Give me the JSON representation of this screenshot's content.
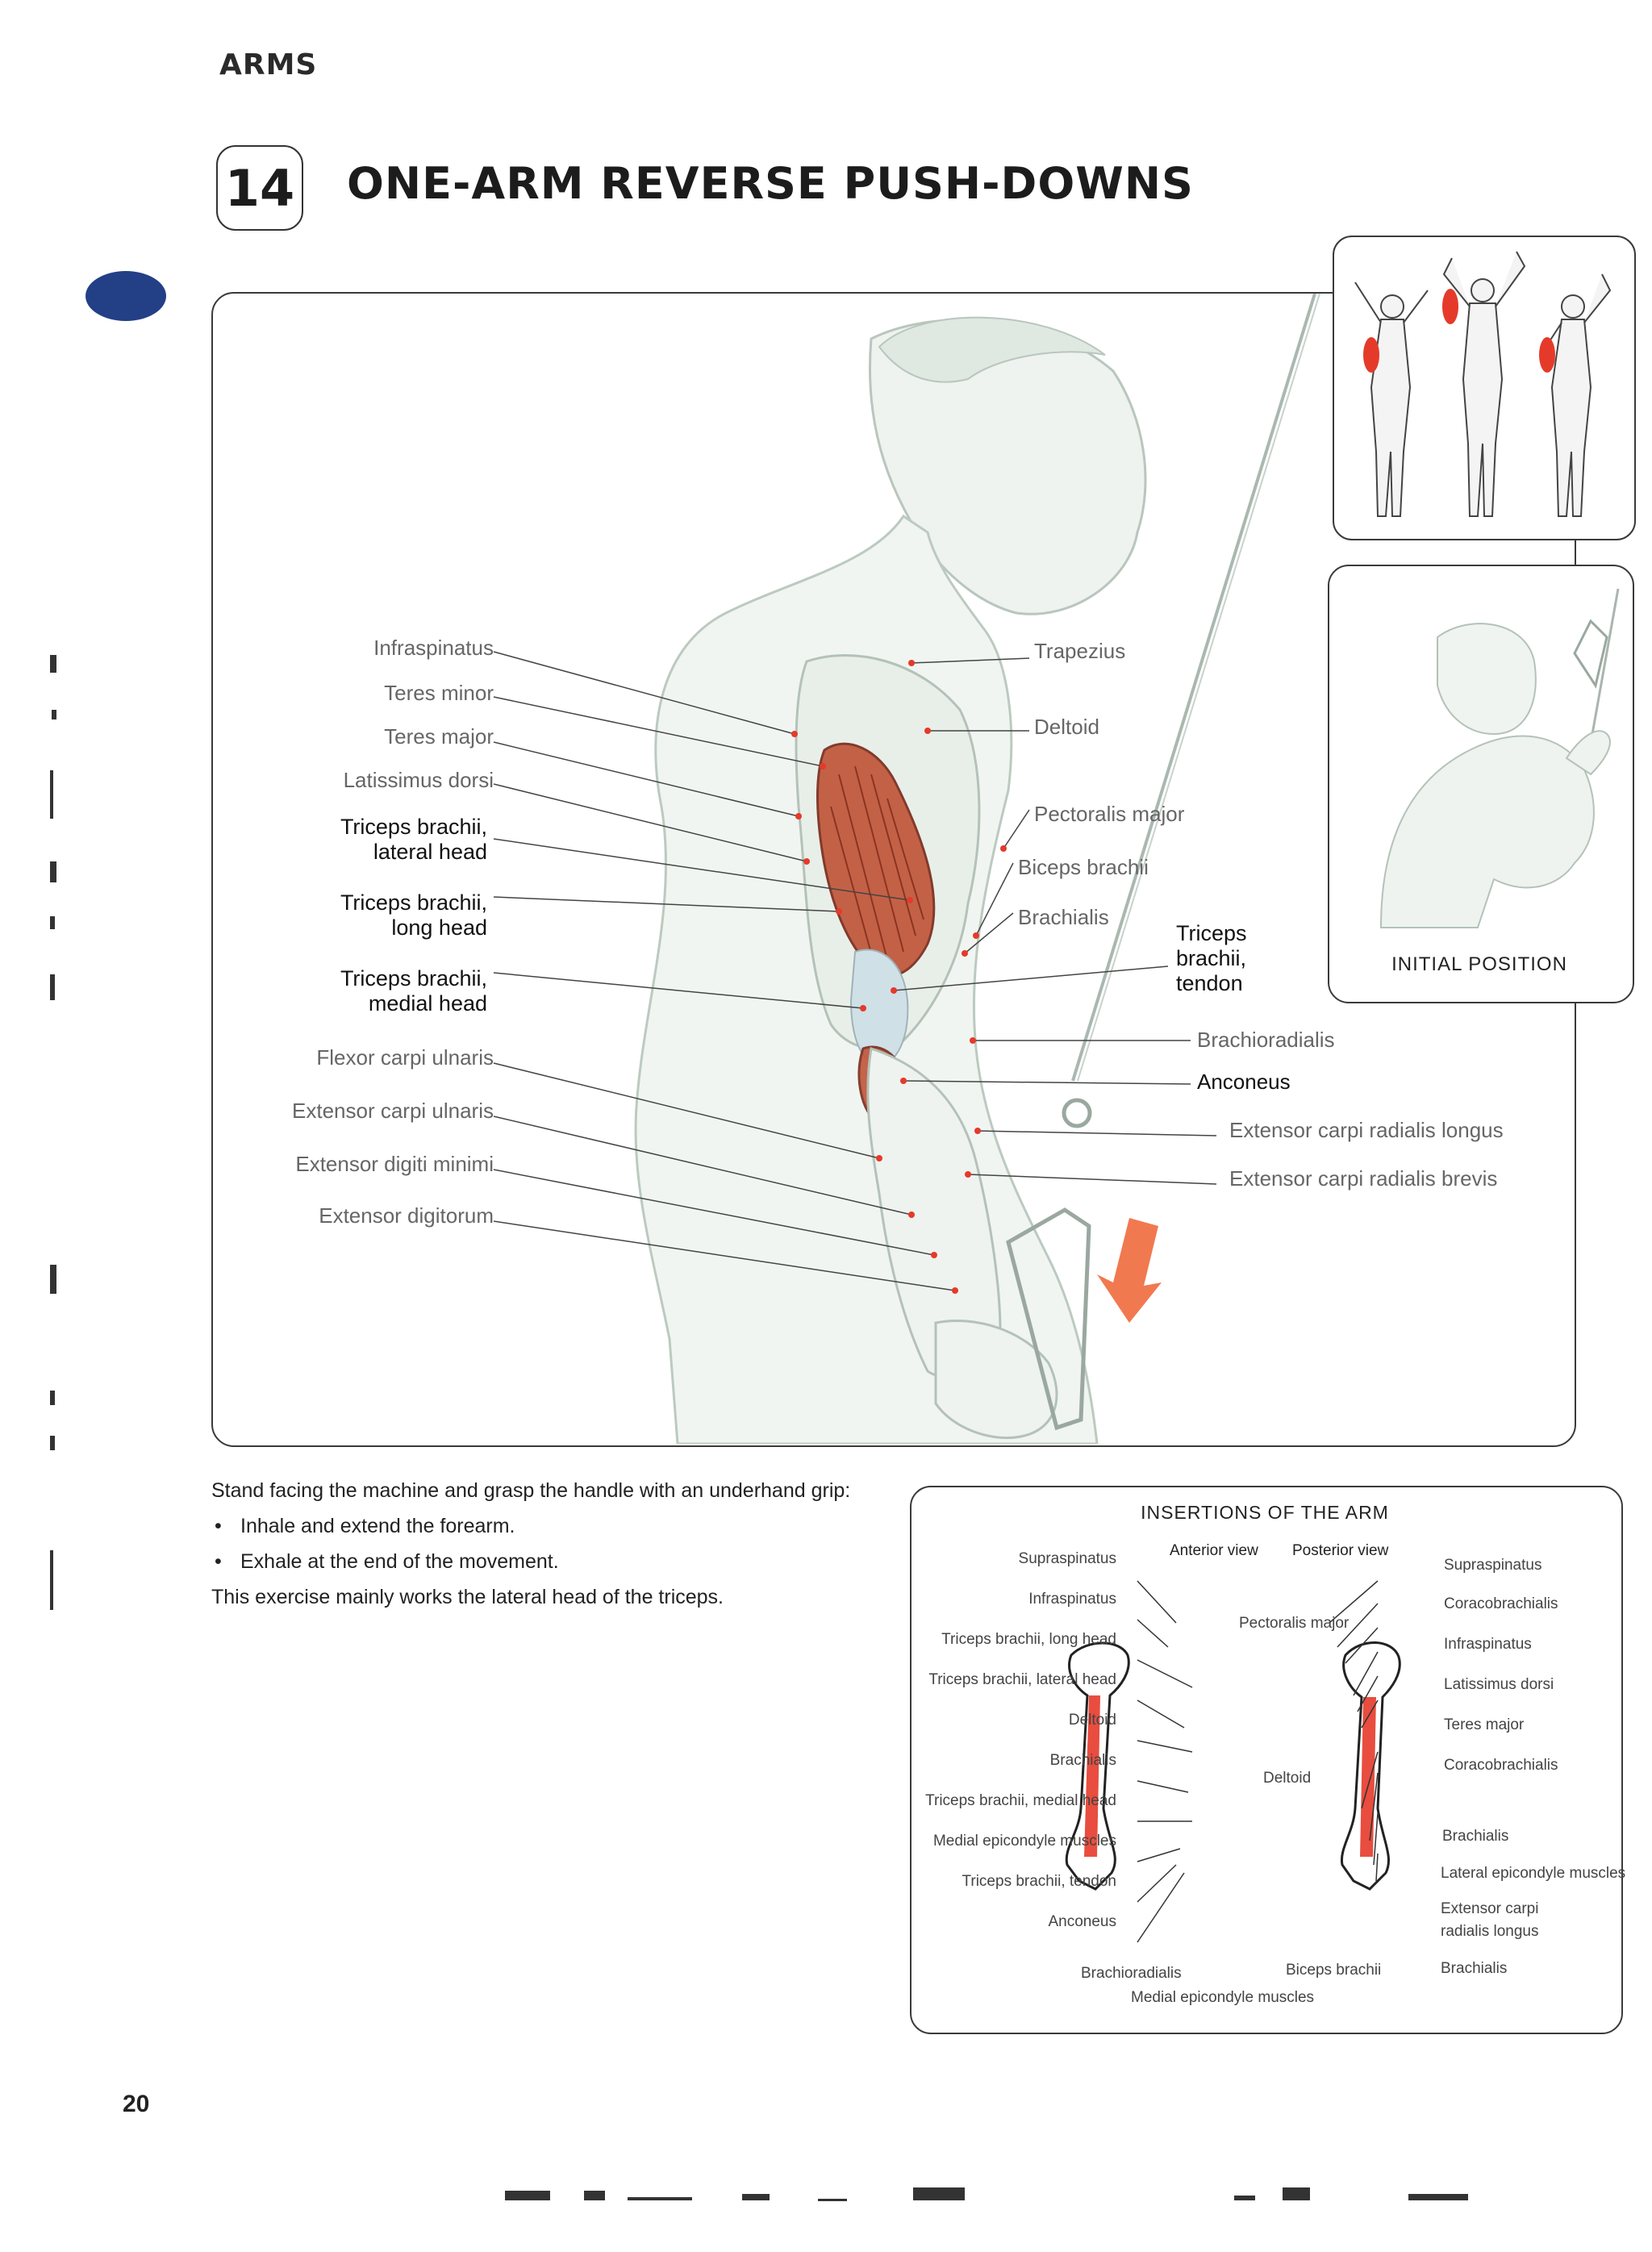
{
  "section": "ARMS",
  "exercise": {
    "number": "14",
    "title": "ONE-ARM REVERSE PUSH-DOWNS"
  },
  "main_labels": {
    "left": [
      "Infraspinatus",
      "Teres minor",
      "Teres major",
      "Latissimus dorsi",
      "Triceps brachii, lateral head",
      "Triceps brachii, long head",
      "Triceps brachii, medial head",
      "Flexor carpi ulnaris",
      "Extensor carpi ulnaris",
      "Extensor digiti minimi",
      "Extensor digitorum"
    ],
    "right": [
      "Trapezius",
      "Deltoid",
      "Pectoralis major",
      "Biceps brachii",
      "Brachialis",
      "Triceps brachii, tendon",
      "Brachioradialis",
      "Anconeus",
      "Extensor carpi radialis longus",
      "Extensor carpi radialis brevis"
    ]
  },
  "initial_position": {
    "label": "INITIAL POSITION"
  },
  "instructions": {
    "intro": "Stand facing the machine and grasp the handle with an underhand grip:",
    "bullets": [
      "Inhale and extend the forearm.",
      "Exhale at the end of the movement."
    ],
    "outro": "This exercise mainly works the lateral head of the triceps."
  },
  "insertions": {
    "title": "INSERTIONS OF THE ARM",
    "anterior_view": "Anterior view",
    "posterior_view": "Posterior view",
    "left_labels": [
      "Supraspinatus",
      "Infraspinatus",
      "Triceps brachii, long head",
      "Triceps brachii, lateral head",
      "Deltoid",
      "Brachialis",
      "Triceps brachii, medial head",
      "Medial epicondyle muscles",
      "Triceps brachii, tendon",
      "Anconeus"
    ],
    "center_labels": [
      "Pectoralis major",
      "Deltoid"
    ],
    "right_labels": [
      "Supraspinatus",
      "Coracobrachialis",
      "Infraspinatus",
      "Latissimus dorsi",
      "Teres major",
      "Coracobrachialis",
      "Brachialis",
      "Lateral epicondyle muscles",
      "Extensor carpi",
      "radialis longus",
      "Brachialis"
    ],
    "bottom_labels": [
      "Brachioradialis",
      "Medial epicondyle muscles",
      "Biceps brachii"
    ]
  },
  "page_number": "20",
  "colors": {
    "tab": "#233f86",
    "muscle": "#c0553a",
    "insertion": "#e53a2a",
    "arrow": "#f06a3c"
  }
}
